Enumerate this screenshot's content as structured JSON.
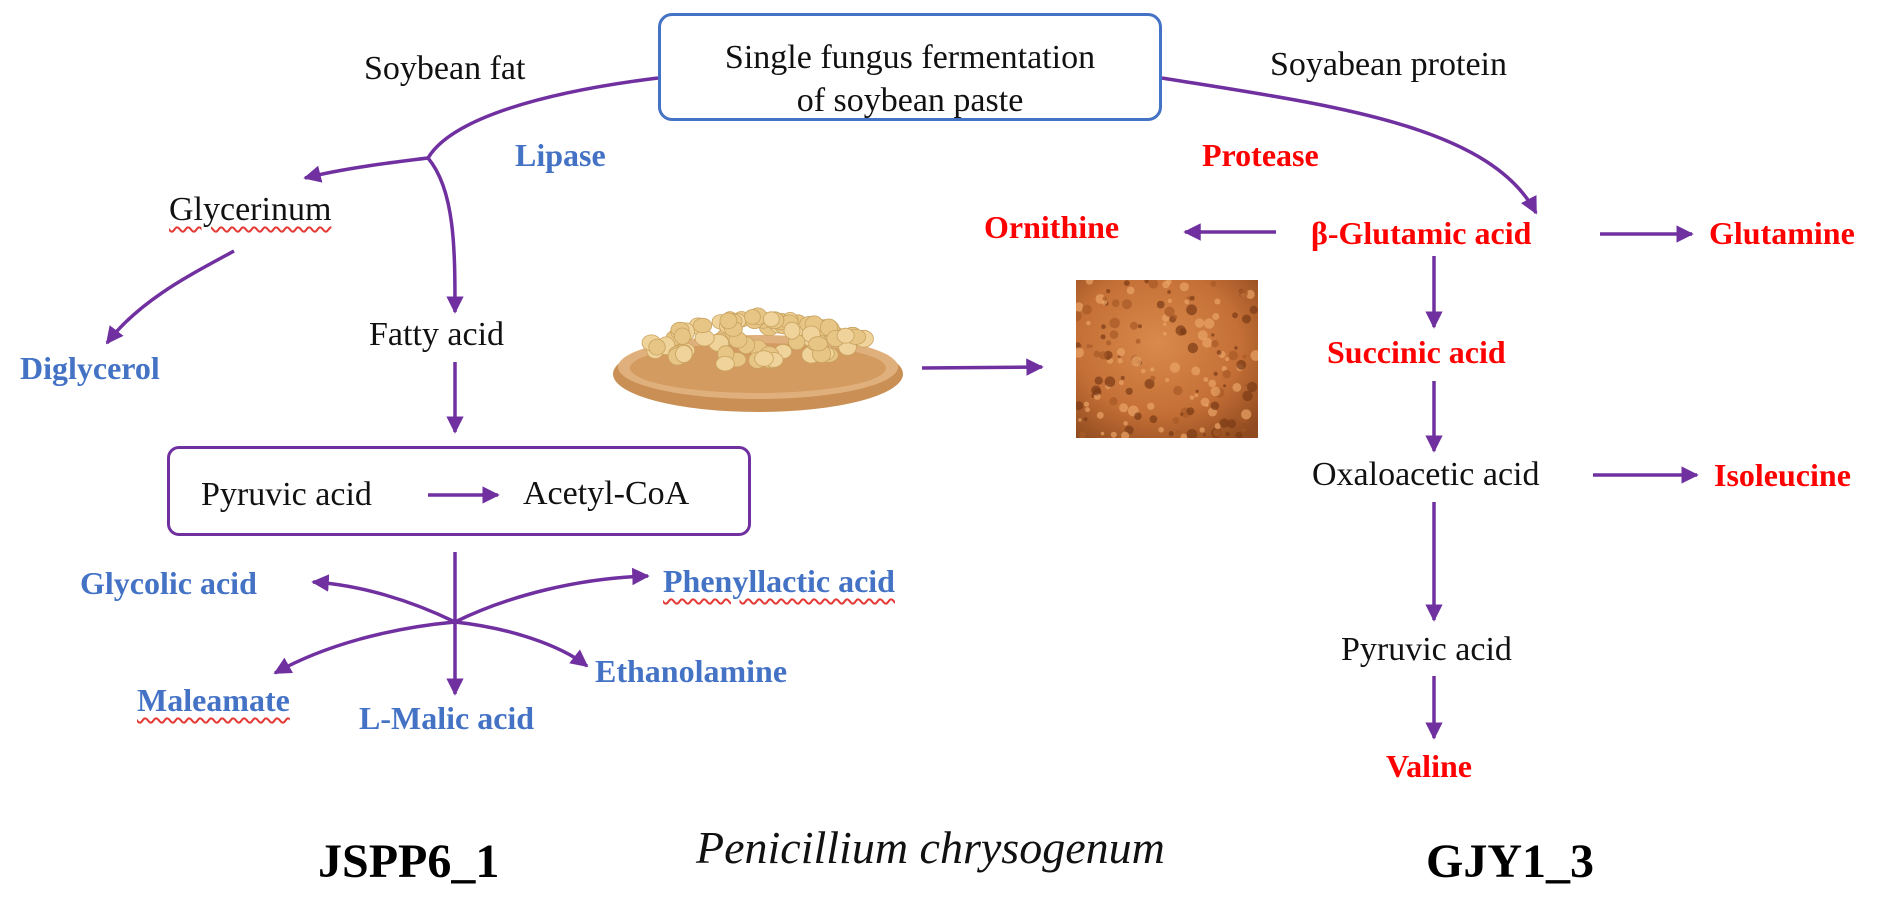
{
  "top_box": {
    "line1": "Single fungus fermentation",
    "line2": "of soybean paste"
  },
  "inputs": {
    "fat": "Soybean fat",
    "protein": "Soyabean protein"
  },
  "enzymes": {
    "lipase": "Lipase",
    "protease": "Protease"
  },
  "lipid_pathway": {
    "glycerinum": "Glycerinum",
    "diglycerol": "Diglycerol",
    "fatty_acid": "Fatty acid",
    "pyruvic_acid": "Pyruvic acid",
    "acetyl_coa": "Acetyl-CoA",
    "glycolic_acid": "Glycolic acid",
    "phenyllactic_acid": "Phenyllactic acid",
    "ethanolamine": "Ethanolamine",
    "maleamate": "Maleamate",
    "l_malic_acid": "L-Malic acid"
  },
  "protein_pathway": {
    "ornithine": "Ornithine",
    "beta_glutamic_acid": "β-Glutamic acid",
    "glutamine": "Glutamine",
    "succinic_acid": "Succinic acid",
    "oxaloacetic_acid": "Oxaloacetic acid",
    "isoleucine": "Isoleucine",
    "pyruvic_acid": "Pyruvic acid",
    "valine": "Valine"
  },
  "strains": {
    "left": "JSPP6_1",
    "right": "GJY1_3"
  },
  "species": "Penicillium chrysogenum",
  "colors": {
    "arrow": "#7030a0",
    "lipid_product": "#4472c4",
    "protein_product": "#ff0000"
  }
}
